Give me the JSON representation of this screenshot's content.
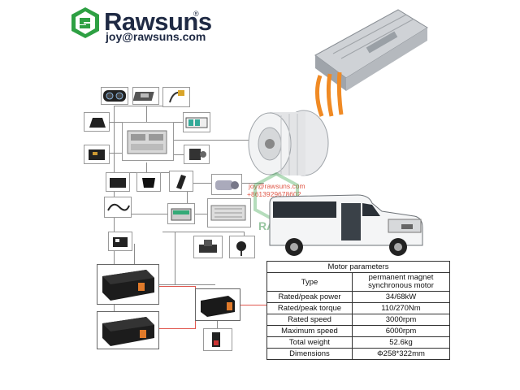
{
  "brand": {
    "name": "Rawsuns",
    "registered": "®",
    "email": "joy@rawsuns.com",
    "accent": "#2ea043",
    "dark": "#1f2a44"
  },
  "watermark": {
    "email": "joy@rawsuns.com",
    "phone": "+8613929678602",
    "logo_text": "RAWSUNS"
  },
  "components": [
    {
      "name": "instrument-cluster",
      "icon": "dashboard-icon"
    },
    {
      "name": "shifter",
      "icon": "shifter-icon"
    },
    {
      "name": "charging-gun",
      "icon": "plug-icon"
    },
    {
      "name": "shift-knob",
      "icon": "knob-icon"
    },
    {
      "name": "vehicle-control-unit",
      "icon": "controller-icon"
    },
    {
      "name": "relay-board",
      "icon": "board-icon"
    },
    {
      "name": "obd-box",
      "icon": "box-icon"
    },
    {
      "name": "sensor",
      "icon": "sensor-icon"
    },
    {
      "name": "pedal-brake",
      "icon": "pedal-icon"
    },
    {
      "name": "pedal-accelerator",
      "icon": "pedal-icon"
    },
    {
      "name": "dcdc-converter",
      "icon": "converter-icon"
    },
    {
      "name": "air-compressor",
      "icon": "compressor-icon"
    },
    {
      "name": "battery-12v",
      "icon": "battery-icon"
    },
    {
      "name": "pump-unit",
      "icon": "pump-icon"
    },
    {
      "name": "wiring-harness",
      "icon": "harness-icon"
    },
    {
      "name": "fan",
      "icon": "fan-icon"
    },
    {
      "name": "switch-box",
      "icon": "switch-icon"
    },
    {
      "name": "battery-pack-1",
      "icon": "battery-pack-icon"
    },
    {
      "name": "battery-pack-2",
      "icon": "battery-pack-icon"
    },
    {
      "name": "pdu",
      "icon": "pdu-icon"
    },
    {
      "name": "charging-connector",
      "icon": "connector-icon"
    },
    {
      "name": "motor-controller",
      "icon": "controller-icon"
    },
    {
      "name": "electric-motor",
      "icon": "motor-icon"
    },
    {
      "name": "bus",
      "icon": "bus-icon"
    }
  ],
  "table": {
    "title": "Motor parameters",
    "rows": [
      {
        "label": "Type",
        "value": "permanent magnet synchronous motor"
      },
      {
        "label": "Rated/peak power",
        "value": "34/68kW"
      },
      {
        "label": "Rated/peak torque",
        "value": "110/270Nm"
      },
      {
        "label": "Rated speed",
        "value": "3000rpm"
      },
      {
        "label": "Maximum speed",
        "value": "6000rpm"
      },
      {
        "label": "Total weight",
        "value": "52.6kg"
      },
      {
        "label": "Dimensions",
        "value": "Φ258*322mm"
      }
    ]
  }
}
